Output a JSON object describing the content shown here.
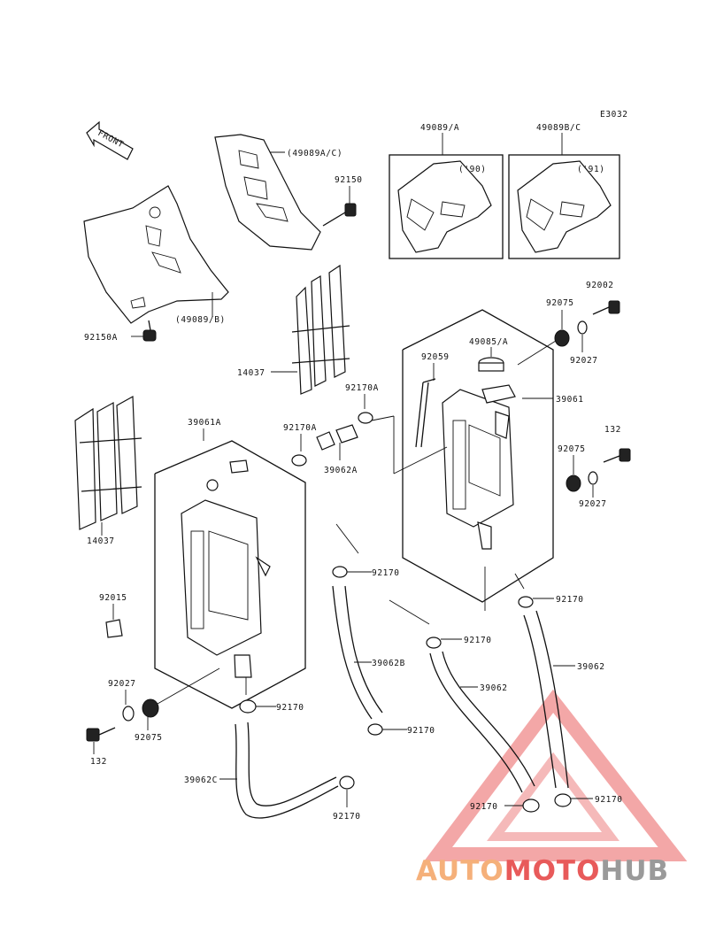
{
  "diagram_code": "E3032",
  "labels": {
    "front": "FRONT",
    "p49089ac": "(49089A/C)",
    "p92150": "92150",
    "p49089b": "(49089/B)",
    "p92150a": "92150A",
    "p14037_top": "14037",
    "p14037_left": "14037",
    "p49089a": "49089/A",
    "p49089bc": "49089B/C",
    "yr90": "('90)",
    "yr91": "('91)",
    "p92002": "92002",
    "p92075_top": "92075",
    "p92027_top": "92027",
    "p49085a": "49085/A",
    "p92059": "92059",
    "p39061": "39061",
    "p92170a_top": "92170A",
    "p92170a_mid": "92170A",
    "p39062a": "39062A",
    "p39061a": "39061A",
    "p132_right": "132",
    "p92075_right": "92075",
    "p92027_right": "92027",
    "p92015": "92015",
    "p92170_a": "92170",
    "p92170_b": "92170",
    "p92170_c": "92170",
    "p39062b": "39062B",
    "p39062_mid": "39062",
    "p39062_right": "39062",
    "p92027_left": "92027",
    "p92075_left": "92075",
    "p132_left": "132",
    "p92170_d": "92170",
    "p92170_e": "92170",
    "p39062c": "39062C",
    "p92170_f": "92170",
    "p92170_g": "92170",
    "p92170_h": "92170"
  },
  "watermark": {
    "part1": "AUTO",
    "part2": "MOTO",
    "part3": "HUB",
    "colors": {
      "orange": "#f5b07a",
      "red": "#e85a5a",
      "gray": "#9a9a9a"
    }
  }
}
